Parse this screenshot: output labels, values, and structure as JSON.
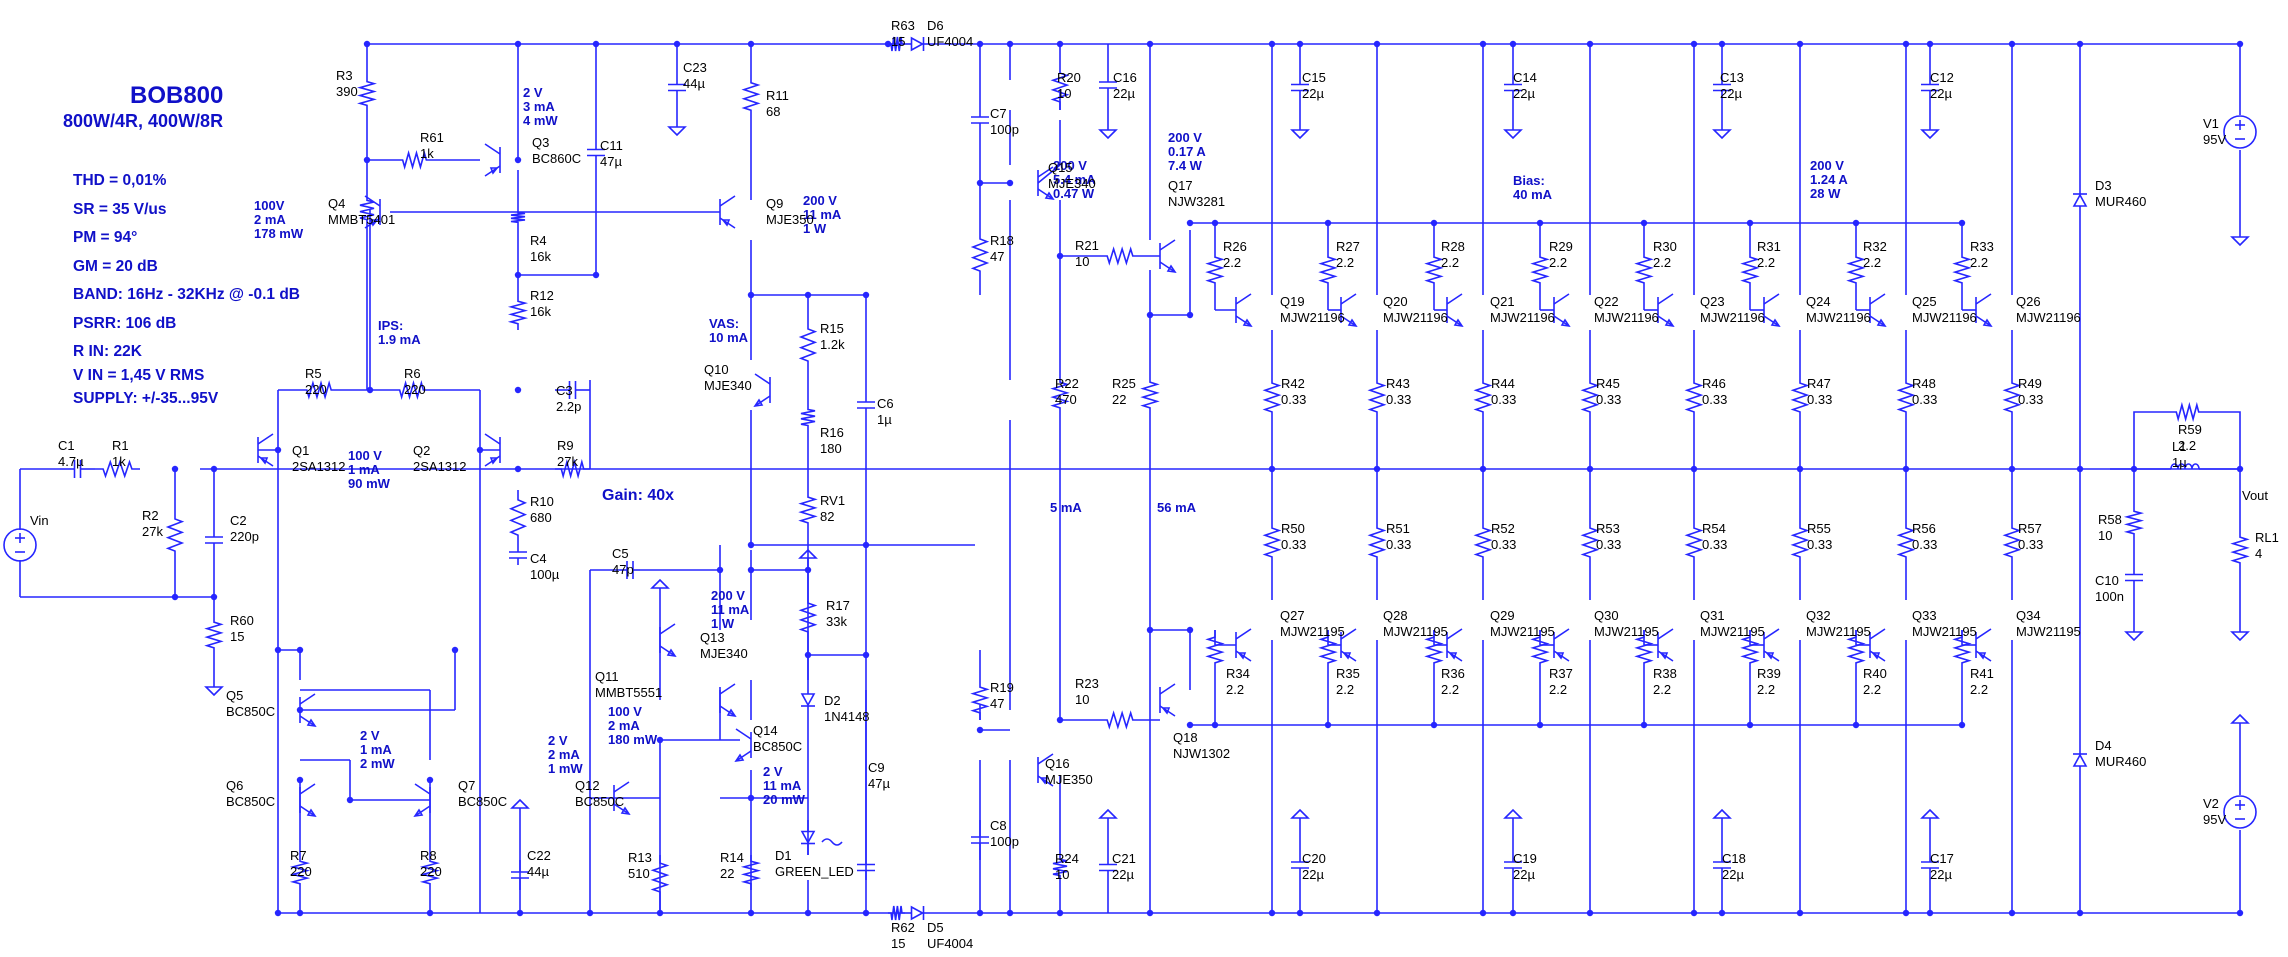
{
  "title": "BOB800",
  "subtitle": "800W/4R, 400W/8R",
  "specs": [
    "THD = 0,01%",
    "SR = 35 V/us",
    "PM = 94°",
    "GM = 20 dB",
    "BAND: 16Hz - 32KHz @ -0.1 dB",
    "PSRR: 106 dB",
    "R IN: 22K",
    "V IN = 1,45 V RMS",
    "SUPPLY: +/-35...95V"
  ],
  "gain_label": "Gain: 40x",
  "annotations": [
    {
      "id": "q3op",
      "lines": [
        "2 V",
        "3 mA",
        "4 mW"
      ]
    },
    {
      "id": "q4op",
      "lines": [
        "100V",
        "2 mA",
        "178 mW"
      ]
    },
    {
      "id": "q9op",
      "lines": [
        "200 V",
        "11 mA",
        "1 W"
      ]
    },
    {
      "id": "q15op",
      "lines": [
        "200 V",
        "5.4 mA",
        "0.47 W"
      ]
    },
    {
      "id": "q17op",
      "lines": [
        "200 V",
        "0.17 A",
        "7.4 W"
      ]
    },
    {
      "id": "bias",
      "lines": [
        "Bias:",
        "40 mA"
      ]
    },
    {
      "id": "outop",
      "lines": [
        "200 V",
        "1.24 A",
        "28 W"
      ]
    },
    {
      "id": "ips",
      "lines": [
        "IPS:",
        "1.9 mA"
      ]
    },
    {
      "id": "q12op",
      "lines": [
        "100 V",
        "1 mA",
        "90 mW"
      ]
    },
    {
      "id": "vas",
      "lines": [
        "VAS:",
        "10 mA"
      ]
    },
    {
      "id": "q6op",
      "lines": [
        "2 V",
        "1 mA",
        "2 mW"
      ]
    },
    {
      "id": "q11op",
      "lines": [
        "100 V",
        "2 mA",
        "180 mW"
      ]
    },
    {
      "id": "q12b",
      "lines": [
        "2 V",
        "2 mA",
        "1 mW"
      ]
    },
    {
      "id": "q13op",
      "lines": [
        "200 V",
        "11 mA",
        "1 W"
      ]
    },
    {
      "id": "q14op",
      "lines": [
        "2 V",
        "11 mA",
        "20 mW"
      ]
    },
    {
      "id": "i5",
      "lines": [
        "5 mA"
      ]
    },
    {
      "id": "i56",
      "lines": [
        "56 mA"
      ]
    }
  ],
  "components": [
    {
      "id": "R3",
      "name": "R3",
      "value": "390"
    },
    {
      "id": "R61",
      "name": "R61",
      "value": "1k"
    },
    {
      "id": "Q3",
      "name": "Q3",
      "value": "BC860C"
    },
    {
      "id": "C11",
      "name": "C11",
      "value": "47µ"
    },
    {
      "id": "C23",
      "name": "C23",
      "value": "44µ"
    },
    {
      "id": "R11",
      "name": "R11",
      "value": "68"
    },
    {
      "id": "R63",
      "name": "R63",
      "value": "15"
    },
    {
      "id": "D6",
      "name": "D6",
      "value": "UF4004"
    },
    {
      "id": "C7",
      "name": "C7",
      "value": "100p"
    },
    {
      "id": "R20",
      "name": "R20",
      "value": "10"
    },
    {
      "id": "C16",
      "name": "C16",
      "value": "22µ"
    },
    {
      "id": "Q15",
      "name": "Q15",
      "value": "MJE340"
    },
    {
      "id": "Q17",
      "name": "Q17",
      "value": "NJW3281"
    },
    {
      "id": "C15",
      "name": "C15",
      "value": "22µ"
    },
    {
      "id": "C14",
      "name": "C14",
      "value": "22µ"
    },
    {
      "id": "C13",
      "name": "C13",
      "value": "22µ"
    },
    {
      "id": "C12",
      "name": "C12",
      "value": "22µ"
    },
    {
      "id": "V1",
      "name": "V1",
      "value": "95V"
    },
    {
      "id": "Q4",
      "name": "Q4",
      "value": "MMBT5401"
    },
    {
      "id": "R4",
      "name": "R4",
      "value": "16k"
    },
    {
      "id": "Q9",
      "name": "Q9",
      "value": "MJE350"
    },
    {
      "id": "R18",
      "name": "R18",
      "value": "47"
    },
    {
      "id": "R21",
      "name": "R21",
      "value": "10"
    },
    {
      "id": "R12",
      "name": "R12",
      "value": "16k"
    },
    {
      "id": "R26",
      "name": "R26",
      "value": "2.2"
    },
    {
      "id": "R27",
      "name": "R27",
      "value": "2.2"
    },
    {
      "id": "R28",
      "name": "R28",
      "value": "2.2"
    },
    {
      "id": "R29",
      "name": "R29",
      "value": "2.2"
    },
    {
      "id": "R30",
      "name": "R30",
      "value": "2.2"
    },
    {
      "id": "R31",
      "name": "R31",
      "value": "2.2"
    },
    {
      "id": "R32",
      "name": "R32",
      "value": "2.2"
    },
    {
      "id": "R33",
      "name": "R33",
      "value": "2.2"
    },
    {
      "id": "D3",
      "name": "D3",
      "value": "MUR460"
    },
    {
      "id": "Q19",
      "name": "Q19",
      "value": "MJW21196"
    },
    {
      "id": "Q20",
      "name": "Q20",
      "value": "MJW21196"
    },
    {
      "id": "Q21",
      "name": "Q21",
      "value": "MJW21196"
    },
    {
      "id": "Q22",
      "name": "Q22",
      "value": "MJW21196"
    },
    {
      "id": "Q23",
      "name": "Q23",
      "value": "MJW21196"
    },
    {
      "id": "Q24",
      "name": "Q24",
      "value": "MJW21196"
    },
    {
      "id": "Q25",
      "name": "Q25",
      "value": "MJW21196"
    },
    {
      "id": "Q26",
      "name": "Q26",
      "value": "MJW21196"
    },
    {
      "id": "R15",
      "name": "R15",
      "value": "1.2k"
    },
    {
      "id": "Q10",
      "name": "Q10",
      "value": "MJE340"
    },
    {
      "id": "R5",
      "name": "R5",
      "value": "220"
    },
    {
      "id": "R6",
      "name": "R6",
      "value": "220"
    },
    {
      "id": "R22",
      "name": "R22",
      "value": "470"
    },
    {
      "id": "R25",
      "name": "R25",
      "value": "22"
    },
    {
      "id": "R16",
      "name": "R16",
      "value": "180"
    },
    {
      "id": "C6",
      "name": "C6",
      "value": "1µ"
    },
    {
      "id": "R42",
      "name": "R42",
      "value": "0.33"
    },
    {
      "id": "R43",
      "name": "R43",
      "value": "0.33"
    },
    {
      "id": "R44",
      "name": "R44",
      "value": "0.33"
    },
    {
      "id": "R45",
      "name": "R45",
      "value": "0.33"
    },
    {
      "id": "R46",
      "name": "R46",
      "value": "0.33"
    },
    {
      "id": "R47",
      "name": "R47",
      "value": "0.33"
    },
    {
      "id": "R48",
      "name": "R48",
      "value": "0.33"
    },
    {
      "id": "R49",
      "name": "R49",
      "value": "0.33"
    },
    {
      "id": "C3",
      "name": "C3",
      "value": "2.2p"
    },
    {
      "id": "R59",
      "name": "R59",
      "value": "2.2"
    },
    {
      "id": "C1",
      "name": "C1",
      "value": "4.7µ"
    },
    {
      "id": "R1",
      "name": "R1",
      "value": "1k"
    },
    {
      "id": "Q1",
      "name": "Q1",
      "value": "2SA1312"
    },
    {
      "id": "Q2",
      "name": "Q2",
      "value": "2SA1312"
    },
    {
      "id": "R9",
      "name": "R9",
      "value": "27k"
    },
    {
      "id": "L1",
      "name": "L1",
      "value": "1µ"
    },
    {
      "id": "Vout",
      "name": "Vout",
      "value": ""
    },
    {
      "id": "Vin",
      "name": "Vin",
      "value": ""
    },
    {
      "id": "R2",
      "name": "R2",
      "value": "27k"
    },
    {
      "id": "C2",
      "name": "C2",
      "value": "220p"
    },
    {
      "id": "R10",
      "name": "R10",
      "value": "680"
    },
    {
      "id": "RV1",
      "name": "RV1",
      "value": "82"
    },
    {
      "id": "R58",
      "name": "R58",
      "value": "10"
    },
    {
      "id": "RL1",
      "name": "RL1",
      "value": "4"
    },
    {
      "id": "C4",
      "name": "C4",
      "value": "100µ"
    },
    {
      "id": "R50",
      "name": "R50",
      "value": "0.33"
    },
    {
      "id": "R51",
      "name": "R51",
      "value": "0.33"
    },
    {
      "id": "R52",
      "name": "R52",
      "value": "0.33"
    },
    {
      "id": "R53",
      "name": "R53",
      "value": "0.33"
    },
    {
      "id": "R54",
      "name": "R54",
      "value": "0.33"
    },
    {
      "id": "R55",
      "name": "R55",
      "value": "0.33"
    },
    {
      "id": "R56",
      "name": "R56",
      "value": "0.33"
    },
    {
      "id": "R57",
      "name": "R57",
      "value": "0.33"
    },
    {
      "id": "C10",
      "name": "C10",
      "value": "100n"
    },
    {
      "id": "C5",
      "name": "C5",
      "value": "47p"
    },
    {
      "id": "R17",
      "name": "R17",
      "value": "33k"
    },
    {
      "id": "R60",
      "name": "R60",
      "value": "15"
    },
    {
      "id": "Q13",
      "name": "Q13",
      "value": "MJE340"
    },
    {
      "id": "Q27",
      "name": "Q27",
      "value": "MJW21195"
    },
    {
      "id": "Q28",
      "name": "Q28",
      "value": "MJW21195"
    },
    {
      "id": "Q29",
      "name": "Q29",
      "value": "MJW21195"
    },
    {
      "id": "Q30",
      "name": "Q30",
      "value": "MJW21195"
    },
    {
      "id": "Q31",
      "name": "Q31",
      "value": "MJW21195"
    },
    {
      "id": "Q32",
      "name": "Q32",
      "value": "MJW21195"
    },
    {
      "id": "Q33",
      "name": "Q33",
      "value": "MJW21195"
    },
    {
      "id": "Q34",
      "name": "Q34",
      "value": "MJW21195"
    },
    {
      "id": "Q11",
      "name": "Q11",
      "value": "MMBT5551"
    },
    {
      "id": "R34",
      "name": "R34",
      "value": "2.2"
    },
    {
      "id": "R35",
      "name": "R35",
      "value": "2.2"
    },
    {
      "id": "R36",
      "name": "R36",
      "value": "2.2"
    },
    {
      "id": "R37",
      "name": "R37",
      "value": "2.2"
    },
    {
      "id": "R38",
      "name": "R38",
      "value": "2.2"
    },
    {
      "id": "R39",
      "name": "R39",
      "value": "2.2"
    },
    {
      "id": "R40",
      "name": "R40",
      "value": "2.2"
    },
    {
      "id": "R41",
      "name": "R41",
      "value": "2.2"
    },
    {
      "id": "Q5",
      "name": "Q5",
      "value": "BC850C"
    },
    {
      "id": "D2",
      "name": "D2",
      "value": "1N4148"
    },
    {
      "id": "R19",
      "name": "R19",
      "value": "47"
    },
    {
      "id": "R23",
      "name": "R23",
      "value": "10"
    },
    {
      "id": "Q18",
      "name": "Q18",
      "value": "NJW1302"
    },
    {
      "id": "Q14",
      "name": "Q14",
      "value": "BC850C"
    },
    {
      "id": "C9",
      "name": "C9",
      "value": "47µ"
    },
    {
      "id": "Q16",
      "name": "Q16",
      "value": "MJE350"
    },
    {
      "id": "Q6",
      "name": "Q6",
      "value": "BC850C"
    },
    {
      "id": "Q7",
      "name": "Q7",
      "value": "BC850C"
    },
    {
      "id": "Q12",
      "name": "Q12",
      "value": "BC850C"
    },
    {
      "id": "D4",
      "name": "D4",
      "value": "MUR460"
    },
    {
      "id": "C8",
      "name": "C8",
      "value": "100p"
    },
    {
      "id": "V2",
      "name": "V2",
      "value": "95V"
    },
    {
      "id": "R7",
      "name": "R7",
      "value": "220"
    },
    {
      "id": "R8",
      "name": "R8",
      "value": "220"
    },
    {
      "id": "C22",
      "name": "C22",
      "value": "44µ"
    },
    {
      "id": "R13",
      "name": "R13",
      "value": "510"
    },
    {
      "id": "R14",
      "name": "R14",
      "value": "22"
    },
    {
      "id": "D1",
      "name": "D1",
      "value": "GREEN_LED"
    },
    {
      "id": "R24",
      "name": "R24",
      "value": "10"
    },
    {
      "id": "C21",
      "name": "C21",
      "value": "22µ"
    },
    {
      "id": "C20",
      "name": "C20",
      "value": "22µ"
    },
    {
      "id": "C19",
      "name": "C19",
      "value": "22µ"
    },
    {
      "id": "C18",
      "name": "C18",
      "value": "22µ"
    },
    {
      "id": "C17",
      "name": "C17",
      "value": "22µ"
    },
    {
      "id": "R62",
      "name": "R62",
      "value": "15"
    },
    {
      "id": "D5",
      "name": "D5",
      "value": "UF4004"
    }
  ]
}
